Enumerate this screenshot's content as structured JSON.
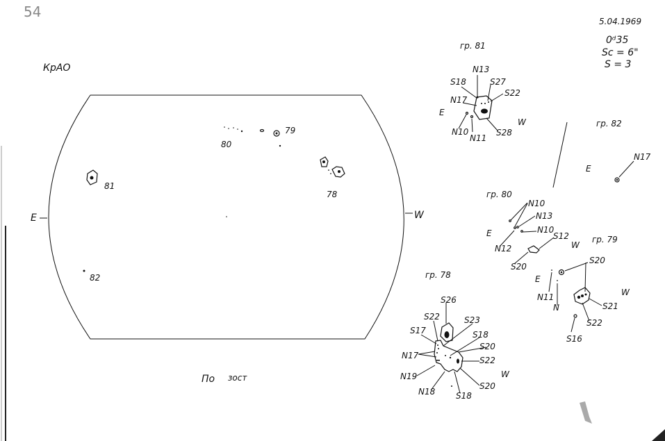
{
  "page_number": "54",
  "observatory": "КрАО",
  "header": {
    "date": "5.04.1969",
    "time": "0ᵈ35",
    "seeing_sc": "Sc = 6\"",
    "seeing_s": "S = 3"
  },
  "disk": {
    "east_label": "E",
    "west_label": "W",
    "group_numbers": {
      "g81": "81",
      "g82": "82",
      "g80": "80",
      "g79": "79",
      "g78": "78"
    },
    "caption": [
      "По",
      "зост"
    ]
  },
  "groups": {
    "g81": {
      "title": "гр. 81",
      "labels": [
        "N13",
        "S18",
        "S27",
        "S22",
        "N17",
        "E",
        "N10",
        "N11",
        "S28",
        "W"
      ]
    },
    "g82": {
      "title": "гр. 82",
      "labels": [
        "N17",
        "E"
      ]
    },
    "g80": {
      "title": "гр. 80",
      "labels": [
        "N10",
        "N13",
        "N10",
        "E",
        "N12",
        "S12",
        "W",
        "S20"
      ]
    },
    "g79": {
      "title": "гр. 79",
      "labels": [
        "S20",
        "E",
        "N11",
        "N",
        "W",
        "S21",
        "S22",
        "S16"
      ]
    },
    "g78": {
      "title": "гр. 78",
      "labels": [
        "S26",
        "S22",
        "S23",
        "S17",
        "S18",
        "S20",
        "S22",
        "N17",
        "N19",
        "N18",
        "S18",
        "S20",
        "W"
      ]
    }
  }
}
